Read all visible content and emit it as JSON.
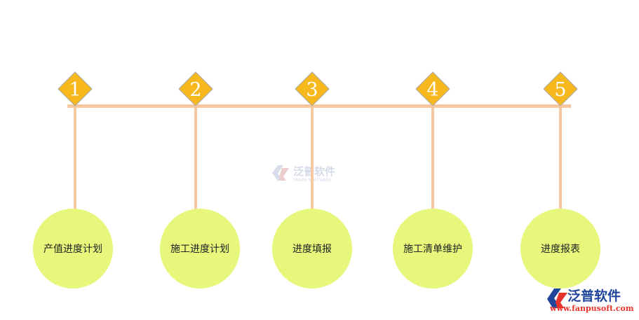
{
  "colors": {
    "timeline": "#f8c9a0",
    "diamond": "#f6b81c",
    "diamond_edge": "#a7a7a7",
    "circle": "#e6f77c",
    "watermark": "#d0d6e6",
    "logo_text": "#21459c",
    "logo_red": "#e8332a"
  },
  "steps": [
    {
      "number": "1",
      "label": "产值进度计划"
    },
    {
      "number": "2",
      "label": "施工进度计划"
    },
    {
      "number": "3",
      "label": "进度填报"
    },
    {
      "number": "4",
      "label": "施工清单维护"
    },
    {
      "number": "5",
      "label": "进度报表"
    }
  ],
  "watermark": {
    "name": "泛普软件",
    "subtitle": "FANPU SOFTWARE"
  },
  "logo": {
    "name": "泛普软件",
    "url": "www.fanpusoft.com"
  }
}
